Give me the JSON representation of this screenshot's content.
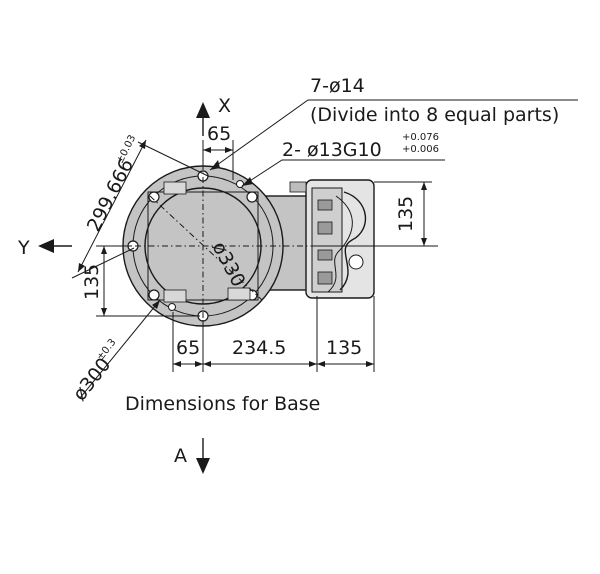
{
  "drawing": {
    "hole_pattern": "7-ø14",
    "hole_pattern_note": "(Divide into 8 equal parts)",
    "pin_holes": "2- ø13G10",
    "pin_tol_upper": "+0.076",
    "pin_tol_lower": "+0.006",
    "diag_dim": "299.666",
    "diag_dim_tol": "±0.03",
    "outer_dia": "ø300",
    "outer_dia_tol": "±0.3",
    "inner_dia": "ø330",
    "dim_65_top": "65",
    "dim_65_bottom": "65",
    "dim_234_5": "234.5",
    "dim_135_bottom": "135",
    "dim_135_left": "135",
    "dim_135_right": "135",
    "axis_x": "X",
    "axis_y": "Y",
    "view_a": "A",
    "caption": "Dimensions for Base"
  }
}
